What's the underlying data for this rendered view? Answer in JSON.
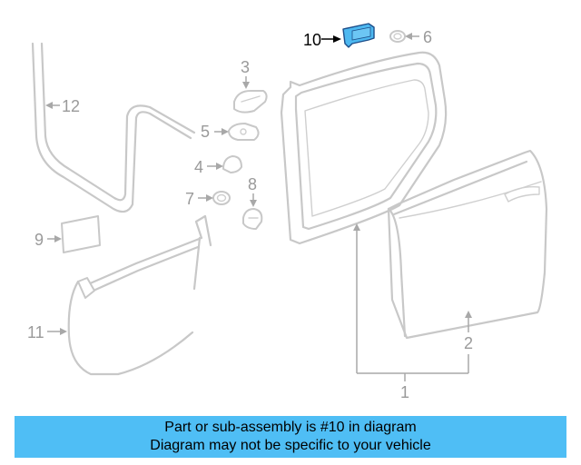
{
  "colors": {
    "highlight_part": "#4db8f0",
    "banner_background": "#4fbef5",
    "part_outline": "#c8c8c8",
    "callout_inactive": "#9a9a9a",
    "callout_active": "#000000"
  },
  "highlighted_callout": "10",
  "callouts": [
    {
      "id": "c1",
      "label": "1"
    },
    {
      "id": "c2",
      "label": "2"
    },
    {
      "id": "c3",
      "label": "3"
    },
    {
      "id": "c4",
      "label": "4"
    },
    {
      "id": "c5",
      "label": "5"
    },
    {
      "id": "c6",
      "label": "6"
    },
    {
      "id": "c7",
      "label": "7"
    },
    {
      "id": "c8",
      "label": "8"
    },
    {
      "id": "c9",
      "label": "9"
    },
    {
      "id": "c10",
      "label": "10"
    },
    {
      "id": "c11",
      "label": "11"
    },
    {
      "id": "c12",
      "label": "12"
    }
  ],
  "banner": {
    "line1": "Part or sub-assembly is #10 in diagram",
    "line2": "Diagram may not be specific to your vehicle"
  }
}
